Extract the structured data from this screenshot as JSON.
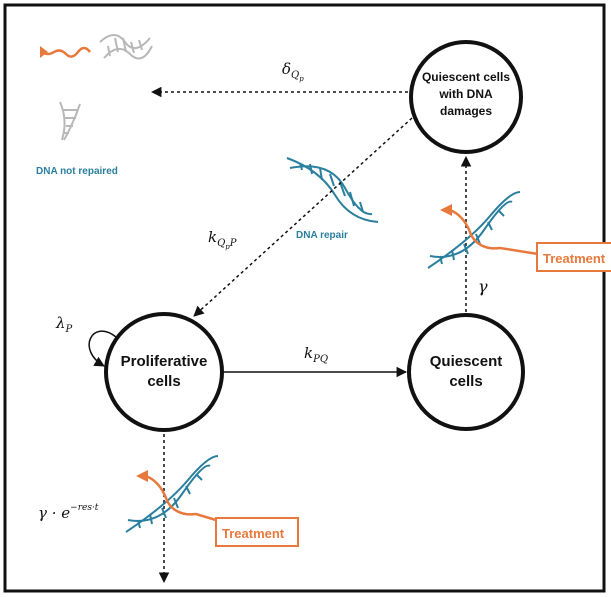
{
  "nodes": {
    "quiescent_damaged": {
      "line1": "Quiescent cells",
      "line2": "with DNA",
      "line3": "damages"
    },
    "proliferative": {
      "line1": "Proliferative",
      "line2": "cells"
    },
    "quiescent": {
      "line1": "Quiescent",
      "line2": "cells"
    }
  },
  "labels": {
    "dna_not_repaired": "DNA not repaired",
    "dna_repair": "DNA repair",
    "treatment_right": "Treatment",
    "treatment_bottom": "Treatment"
  },
  "rates": {
    "delta": {
      "base": "δ",
      "sub": "Q",
      "subsub": "p"
    },
    "k_qp": {
      "base": "k",
      "sub": "Q",
      "subsub": "p",
      "sub2": "P"
    },
    "lambda": {
      "base": "λ",
      "sub": "P"
    },
    "k_pq": {
      "base": "k",
      "sub": "PQ"
    },
    "gamma": "γ",
    "gamma_exp": {
      "base": "γ · e",
      "sup": "−res·t"
    }
  },
  "colors": {
    "teal": "#2a7f9e",
    "orange": "#e8793c",
    "gray": "#b8b8b8",
    "black": "#111111"
  }
}
